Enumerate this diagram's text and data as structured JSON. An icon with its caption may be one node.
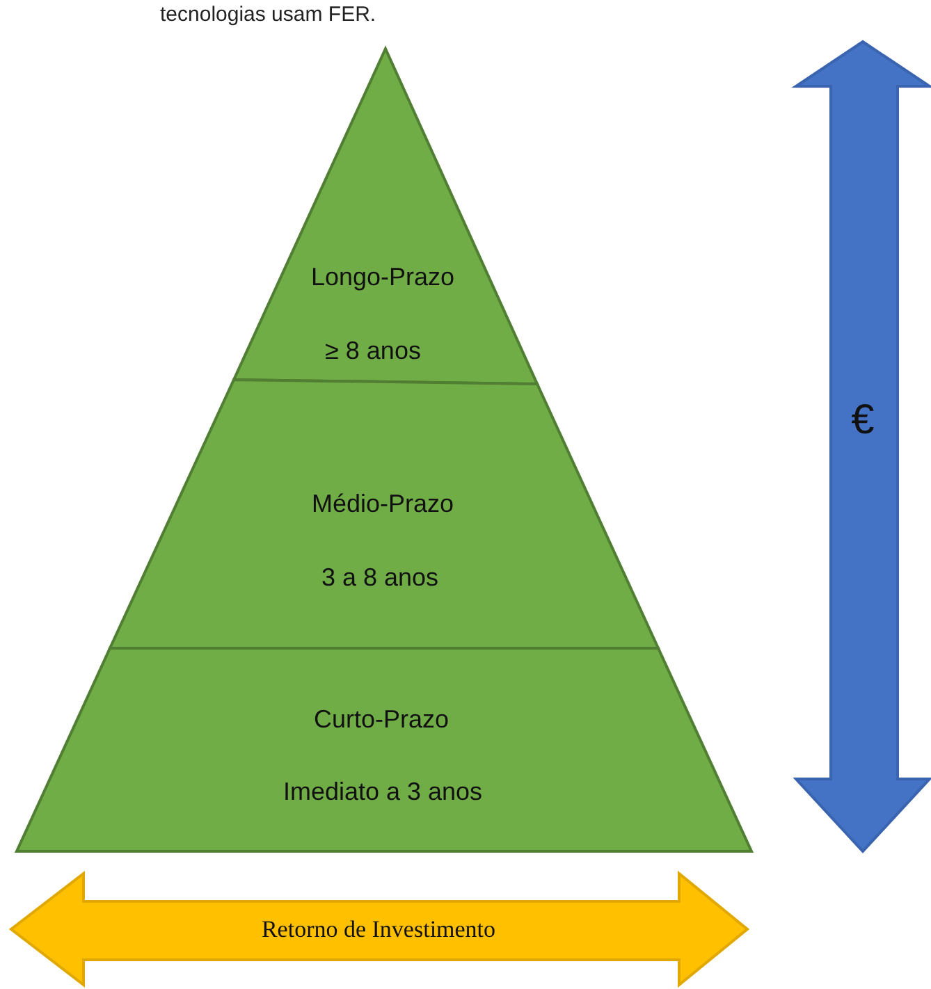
{
  "diagram": {
    "nodes": [
      {
        "text": [
          "Longo-Prazo",
          "≥ 8 anos"
        ]
      },
      {
        "text": [
          "Médio-Prazo",
          "3 a 8 anos"
        ]
      },
      {
        "text": [
          "Curto-Prazo",
          "Imediato a 3 anos"
        ]
      },
      {
        "text": [
          "€"
        ]
      },
      {
        "text": [
          "Retorno de Investimento"
        ]
      }
    ],
    "labels": [
      "tecnologias usam FER."
    ]
  }
}
